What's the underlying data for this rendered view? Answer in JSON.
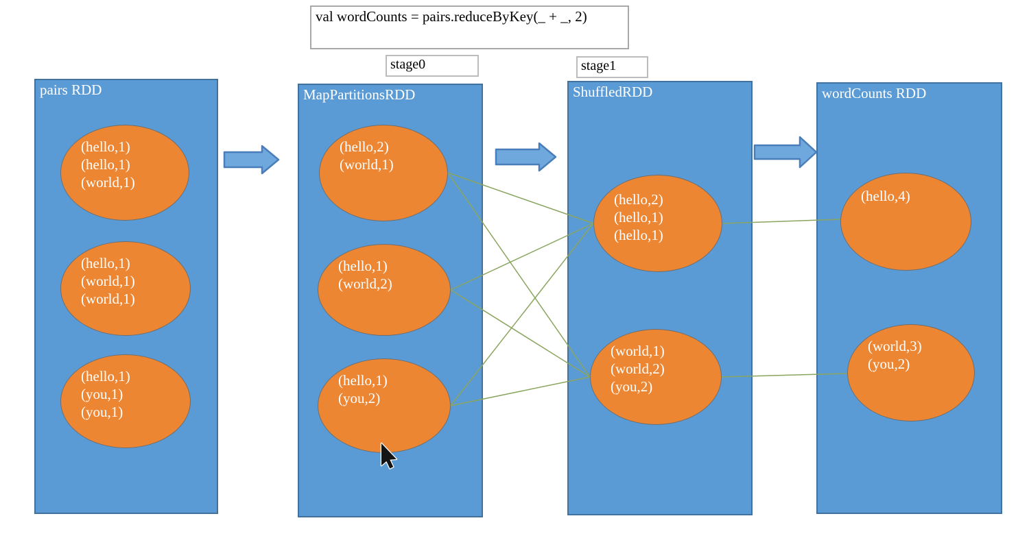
{
  "annotation": {
    "code": "val wordCounts = pairs.reduceByKey(_ + _, 2)",
    "stages": [
      {
        "label": "stage0"
      },
      {
        "label": "stage1"
      }
    ]
  },
  "rdds": [
    {
      "title": "pairs RDD",
      "partitions": [
        {
          "records": [
            "(hello,1)",
            "(hello,1)",
            "(world,1)"
          ]
        },
        {
          "records": [
            "(hello,1)",
            "(world,1)",
            "(world,1)"
          ]
        },
        {
          "records": [
            "(hello,1)",
            "(you,1)",
            "(you,1)"
          ]
        }
      ]
    },
    {
      "title": "MapPartitionsRDD",
      "partitions": [
        {
          "records": [
            "(hello,2)",
            "(world,1)"
          ]
        },
        {
          "records": [
            "(hello,1)",
            "(world,2)"
          ]
        },
        {
          "records": [
            "(hello,1)",
            "(you,2)"
          ]
        }
      ]
    },
    {
      "title": "ShuffledRDD",
      "partitions": [
        {
          "records": [
            "(hello,2)",
            "(hello,1)",
            "(hello,1)"
          ]
        },
        {
          "records": [
            "(world,1)",
            "(world,2)",
            "(you,2)"
          ]
        }
      ]
    },
    {
      "title": "wordCounts RDD",
      "partitions": [
        {
          "records": [
            "(hello,4)"
          ]
        },
        {
          "records": [
            "(world,3)",
            "(you,2)"
          ]
        }
      ]
    }
  ],
  "colors": {
    "rdd_fill": "#5b9bd5",
    "rdd_border": "#41719c",
    "partition_fill": "#ed8633",
    "partition_border": "#6e6e6e",
    "arrow_fill": "#6fa8dc",
    "arrow_border": "#4a7ebb",
    "connector_line": "#8aa55f",
    "box_border": "#a8a8a8"
  }
}
